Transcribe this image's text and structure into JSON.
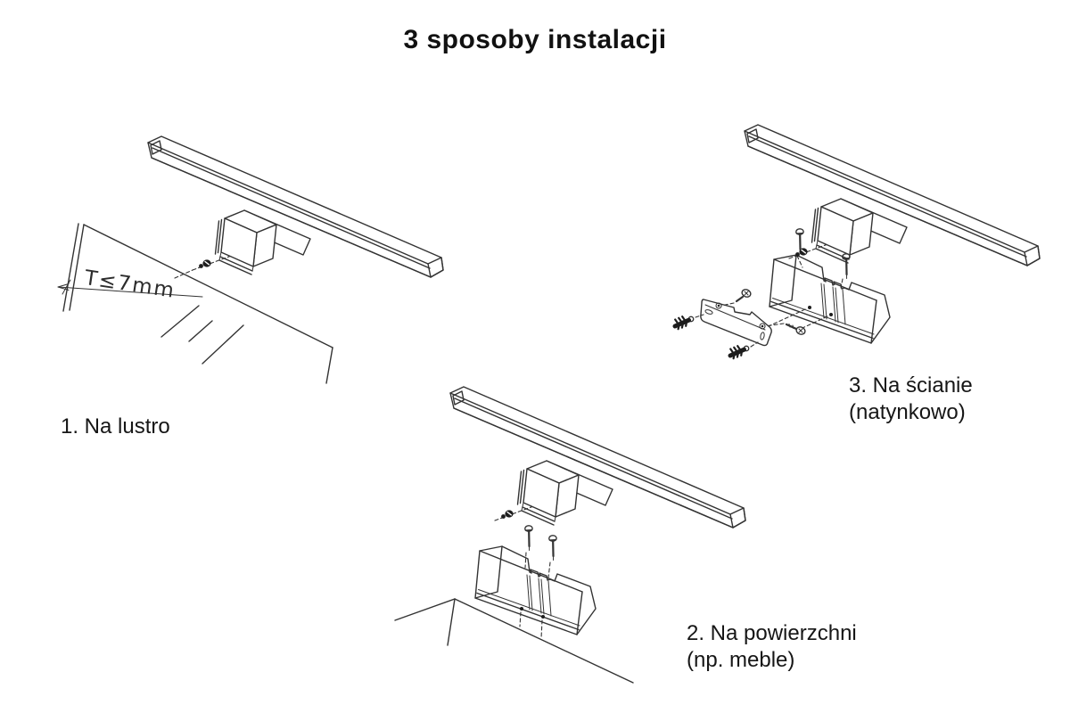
{
  "title": "3 sposoby instalacji",
  "labels": {
    "mirror": "1. Na lustro",
    "surface_line1": "2. Na powierzchni",
    "surface_line2": "(np. meble)",
    "wall_line1": "3. Na ścianie",
    "wall_line2": "(natynkowo)"
  },
  "annotations": {
    "mirror_thickness": "T≤7mm"
  },
  "diagram_descriptions": {
    "mirror": "lamp clamped onto mirror edge, max thickness 7 mm",
    "surface": "lamp screwed onto mounting box standing on furniture surface",
    "wall": "lamp on wall-mounted plate with screws and expansion anchors"
  },
  "colors": {
    "line": "#333333",
    "text": "#161616",
    "background": "#ffffff"
  }
}
